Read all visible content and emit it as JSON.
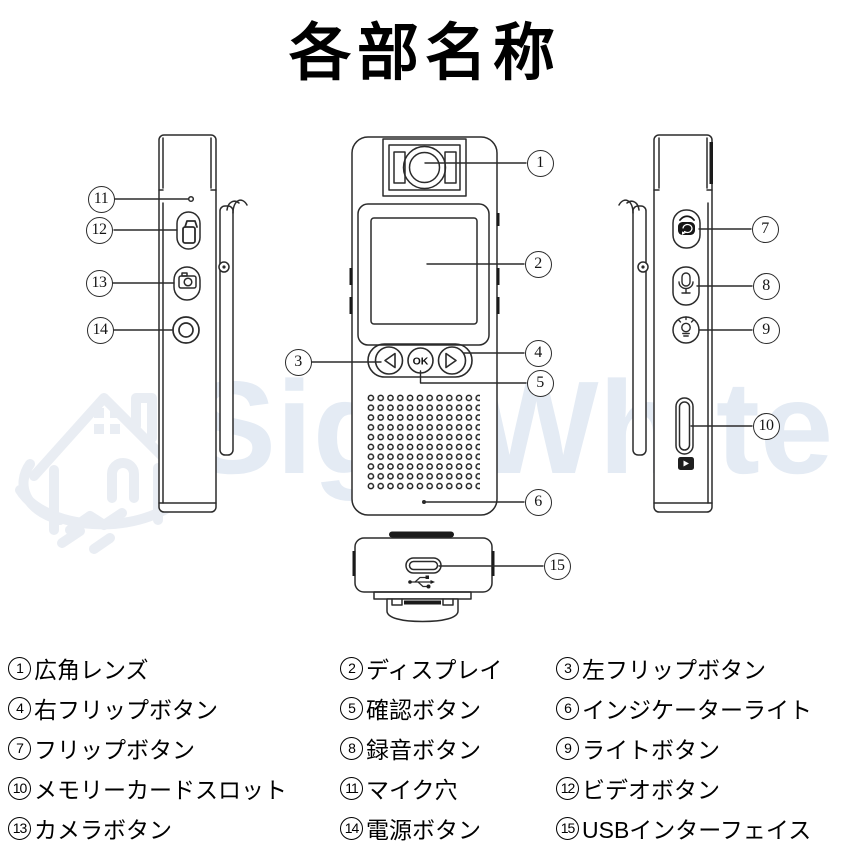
{
  "title": "各部名称",
  "watermark": "SignWhite",
  "ok_button_label": "OK",
  "colors": {
    "line": "#2b2b2b",
    "watermark": "#e4ebf4",
    "text": "#000000",
    "background": "#ffffff"
  },
  "legend": {
    "items": [
      {
        "num": "1",
        "label": "広角レンズ"
      },
      {
        "num": "2",
        "label": "ディスプレイ"
      },
      {
        "num": "3",
        "label": "左フリップボタン"
      },
      {
        "num": "4",
        "label": "右フリップボタン"
      },
      {
        "num": "5",
        "label": "確認ボタン"
      },
      {
        "num": "6",
        "label": "インジケーターライト"
      },
      {
        "num": "7",
        "label": "フリップボタン"
      },
      {
        "num": "8",
        "label": "録音ボタン"
      },
      {
        "num": "9",
        "label": "ライトボタン"
      },
      {
        "num": "10",
        "label": "メモリーカードスロット"
      },
      {
        "num": "11",
        "label": "マイク穴"
      },
      {
        "num": "12",
        "label": "ビデオボタン"
      },
      {
        "num": "13",
        "label": "カメラボタン"
      },
      {
        "num": "14",
        "label": "電源ボタン"
      },
      {
        "num": "15",
        "label": "USBインターフェイス"
      }
    ]
  },
  "callouts": [
    "1",
    "2",
    "3",
    "4",
    "5",
    "6",
    "7",
    "8",
    "9",
    "10",
    "11",
    "12",
    "13",
    "14",
    "15"
  ]
}
